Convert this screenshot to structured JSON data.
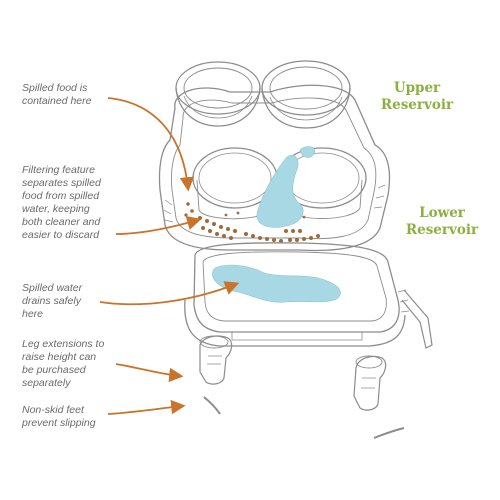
{
  "colors": {
    "outline": "#8c8c8c",
    "arrow": "#c8742b",
    "reservoir_label": "#8bb040",
    "water": "#a8d8e4",
    "food_dots": "#a06a3a",
    "callout_text": "#6a6a6a"
  },
  "labels": {
    "upper_reservoir": "Upper\nReservoir",
    "lower_reservoir": "Lower\nReservoir"
  },
  "callouts": {
    "spilled_food": "Spilled food is\ncontained here",
    "filtering": "Filtering feature\nseparates spilled\nfood from spilled\nwater, keeping\nboth cleaner and\neasier to discard",
    "spilled_water": "Spilled water\ndrains safely\nhere",
    "leg_extensions": "Leg extensions to\nraise height can\nbe purchased\nseparately",
    "non_skid": "Non-skid feet\nprevent slipping"
  }
}
